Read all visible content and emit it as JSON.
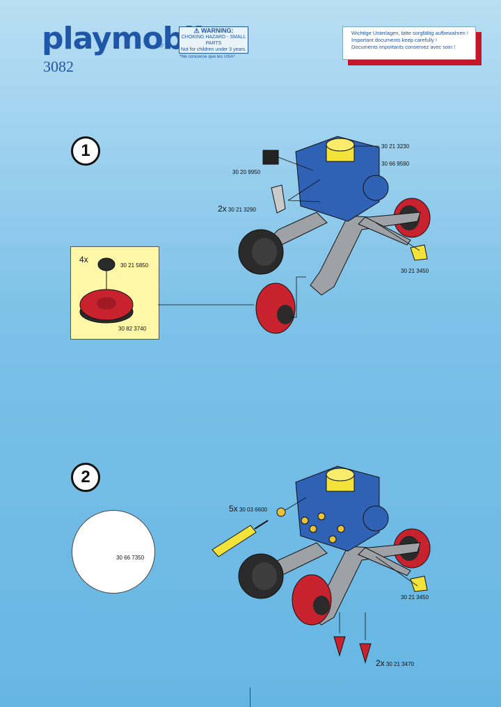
{
  "header": {
    "brand": "playmobil",
    "brand_mark": "®",
    "model_number": "3082",
    "warning": {
      "title": "WARNING:",
      "line1": "CHOKING HAZARD - SMALL PARTS",
      "line2": "Not for children under 3 years.",
      "note": "*Ne concerne que les USA*"
    },
    "keep_notice": [
      "Wichtige Unterlagen, bitte sorgfältig aufbewahren !",
      "Important documents keep carefully !",
      "Documents importants conservez avec soin !"
    ]
  },
  "step1": {
    "number": "1",
    "parts": {
      "clip": "30 20 9950",
      "cap": "30 21 3230",
      "body": "30 66 9590",
      "bracket_qty": "2x",
      "bracket": "30 21 3290",
      "wedge": "30 21 3450"
    },
    "inset": {
      "qty": "4x",
      "hub": "30 21 5850",
      "wheel": "30 82 3740"
    }
  },
  "step2": {
    "number": "2",
    "parts": {
      "screw_qty": "5x",
      "screw": "30 03 6600",
      "wedge": "30 21 3450",
      "spike_qty": "2x",
      "spike": "30 21 3470"
    },
    "tool": "30 66 7350"
  },
  "colors": {
    "brand_blue": "#1f56a8",
    "body_blue": "#2f61b5",
    "cap_yellow": "#f3e23a",
    "wheel_red": "#c9222f",
    "frame_gray": "#9ea2a6",
    "tire_black": "#2a2a2a",
    "inset_yellow": "#fff7a8"
  }
}
